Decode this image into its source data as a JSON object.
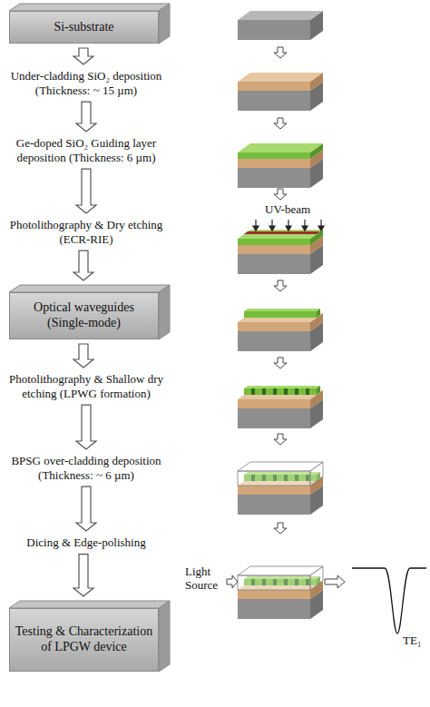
{
  "diagram": {
    "nodes": [
      {
        "text": [
          "Si-substrate"
        ]
      },
      {
        "text": [
          "Under-cladding SiO₂ deposition (Thickness: ~ 15 µm)"
        ]
      },
      {
        "text": [
          "Ge-doped SiO₂ Guiding layer deposition (Thickness: 6 µm)"
        ]
      },
      {
        "text": [
          "Photolithography & Dry etching (ECR-RIE)"
        ]
      },
      {
        "text": [
          "Optical waveguides (Single-mode)"
        ]
      },
      {
        "text": [
          "Photolithography & Shallow dry etching (LPWG formation)"
        ]
      },
      {
        "text": [
          "BPSG over-cladding deposition (Thickness: ~ 6 µm)"
        ]
      },
      {
        "text": [
          "Dicing & Edge-polishing"
        ]
      },
      {
        "text": [
          "Testing & Characterization of LPGW device"
        ]
      }
    ],
    "edges": [
      {
        "from": 0,
        "to": 1,
        "arrow": "to"
      },
      {
        "from": 1,
        "to": 2,
        "arrow": "to"
      },
      {
        "from": 2,
        "to": 3,
        "arrow": "to"
      },
      {
        "from": 3,
        "to": 4,
        "arrow": "to"
      },
      {
        "from": 4,
        "to": 5,
        "arrow": "to"
      },
      {
        "from": 5,
        "to": 6,
        "arrow": "to"
      },
      {
        "from": 6,
        "to": 7,
        "arrow": "to"
      },
      {
        "from": 7,
        "to": 8,
        "arrow": "to"
      }
    ],
    "labels": [
      "UV-beam",
      "Light Source",
      "TE₁"
    ]
  }
}
